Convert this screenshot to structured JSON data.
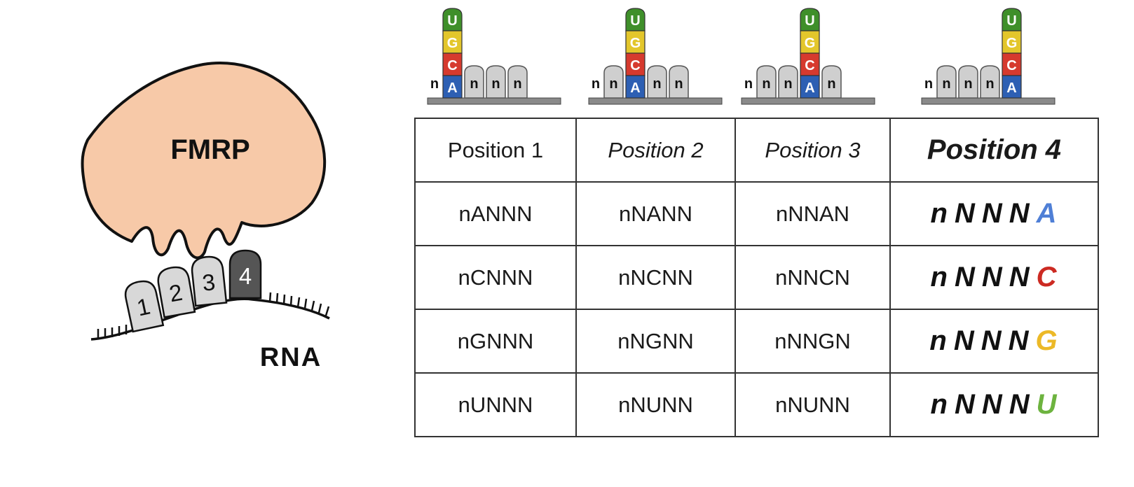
{
  "illustration": {
    "protein_label": "FMRP",
    "rna_label": "RNA",
    "nucleotide_positions": [
      "1",
      "2",
      "3",
      "4"
    ],
    "colors": {
      "protein": "#f7c9a8",
      "highlight_nucleotide": "#555555",
      "nucleotide": "#d8d8d8"
    }
  },
  "stem_loops": [
    {
      "stack": [
        "U",
        "G",
        "C",
        "A"
      ],
      "left_flank": [
        "n"
      ],
      "right_flank": [
        "n",
        "n",
        "n"
      ]
    },
    {
      "stack": [
        "U",
        "G",
        "C",
        "A"
      ],
      "left_flank": [
        "n",
        "n"
      ],
      "right_flank": [
        "n",
        "n"
      ]
    },
    {
      "stack": [
        "U",
        "G",
        "C",
        "A"
      ],
      "left_flank": [
        "n",
        "n",
        "n"
      ],
      "right_flank": [
        "n"
      ]
    },
    {
      "stack": [
        "U",
        "G",
        "C",
        "A"
      ],
      "left_flank": [
        "n",
        "n",
        "n",
        "n"
      ],
      "right_flank": []
    }
  ],
  "base_colors": {
    "U": "#3f8f2a",
    "G": "#e3c62b",
    "C": "#d63a2e",
    "A": "#2d5fb3"
  },
  "table": {
    "headers": [
      "Position 1",
      "Position 2",
      "Position 3",
      "Position 4"
    ],
    "rows": [
      [
        "nANNN",
        "nNANN",
        "nNNAN"
      ],
      [
        "nCNNN",
        "nNCNN",
        "nNNCN"
      ],
      [
        "nGNNN",
        "nNGNN",
        "nNNGN"
      ],
      [
        "nUNNN",
        "nNUNN",
        "nNUNN"
      ]
    ],
    "position4_rows": [
      {
        "prefix": [
          "n",
          "N",
          "N",
          "N"
        ],
        "base": "A",
        "color": "#4f7fd6"
      },
      {
        "prefix": [
          "n",
          "N",
          "N",
          "N"
        ],
        "base": "C",
        "color": "#cc2a22"
      },
      {
        "prefix": [
          "n",
          "N",
          "N",
          "N"
        ],
        "base": "G",
        "color": "#ecb927"
      },
      {
        "prefix": [
          "n",
          "N",
          "N",
          "N"
        ],
        "base": "U",
        "color": "#6db33f"
      }
    ]
  }
}
